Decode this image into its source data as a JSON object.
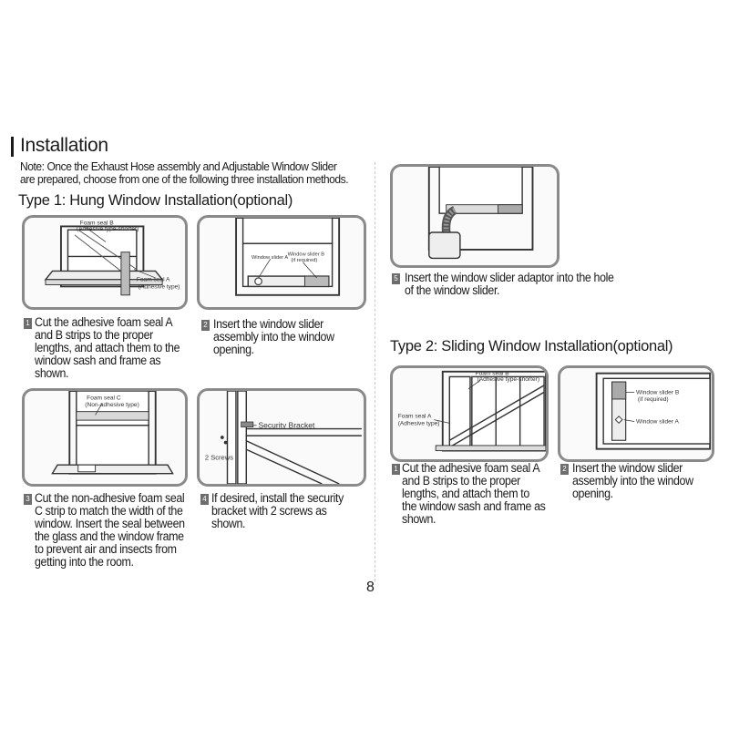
{
  "section_title": "Installation",
  "note": "Note: Once the Exhaust Hose assembly and Adjustable Window Slider are prepared, choose from one of the following three installation methods.",
  "type1": {
    "heading": "Type 1: Hung Window Installation(optional)",
    "steps": [
      {
        "num": "1",
        "text": "Cut the adhesive foam seal A and B strips to the proper lengths, and attach them to the window sash and frame as shown."
      },
      {
        "num": "2",
        "text": "Insert the window slider assembly into the window opening."
      },
      {
        "num": "3",
        "text": "Cut the non-adhesive foam seal C strip to match the width of the window. Insert the seal between the glass and the window frame to prevent air and insects from getting into the room."
      },
      {
        "num": "4",
        "text": "If desired, install the security bracket with 2 screws as shown."
      },
      {
        "num": "5",
        "text": "Insert the window slider adaptor into the hole of the window slider."
      }
    ],
    "labels": {
      "foam_b_1": "Foam seal B",
      "foam_b_2": "(Adhesive type-shorter)",
      "foam_a_1": "Foam seal A",
      "foam_a_2": "(Adhesive type)",
      "slider_a": "Window slider A",
      "slider_b_1": "Window slider B",
      "slider_b_2": "(if required)",
      "foam_c_1": "Foam seal C",
      "foam_c_2": "(Non-adhesive type)",
      "security_bracket": "Security Bracket",
      "screws": "2 Screws"
    }
  },
  "type2": {
    "heading": "Type 2: Sliding Window Installation(optional)",
    "steps": [
      {
        "num": "1",
        "text": "Cut the adhesive foam seal A and B strips to the proper lengths, and attach them to the window sash and frame as shown."
      },
      {
        "num": "2",
        "text": "Insert the window slider assembly into the window opening."
      }
    ],
    "labels": {
      "foam_b_1": "Foam seal B",
      "foam_b_2": "(Adhesive type-shorter)",
      "foam_a_1": "Foam seal A",
      "foam_a_2": "(Adhesive type)",
      "slider_b_1": "Window slider B",
      "slider_b_2": "(if required)",
      "slider_a": "Window slider A"
    }
  },
  "page_number": "8"
}
